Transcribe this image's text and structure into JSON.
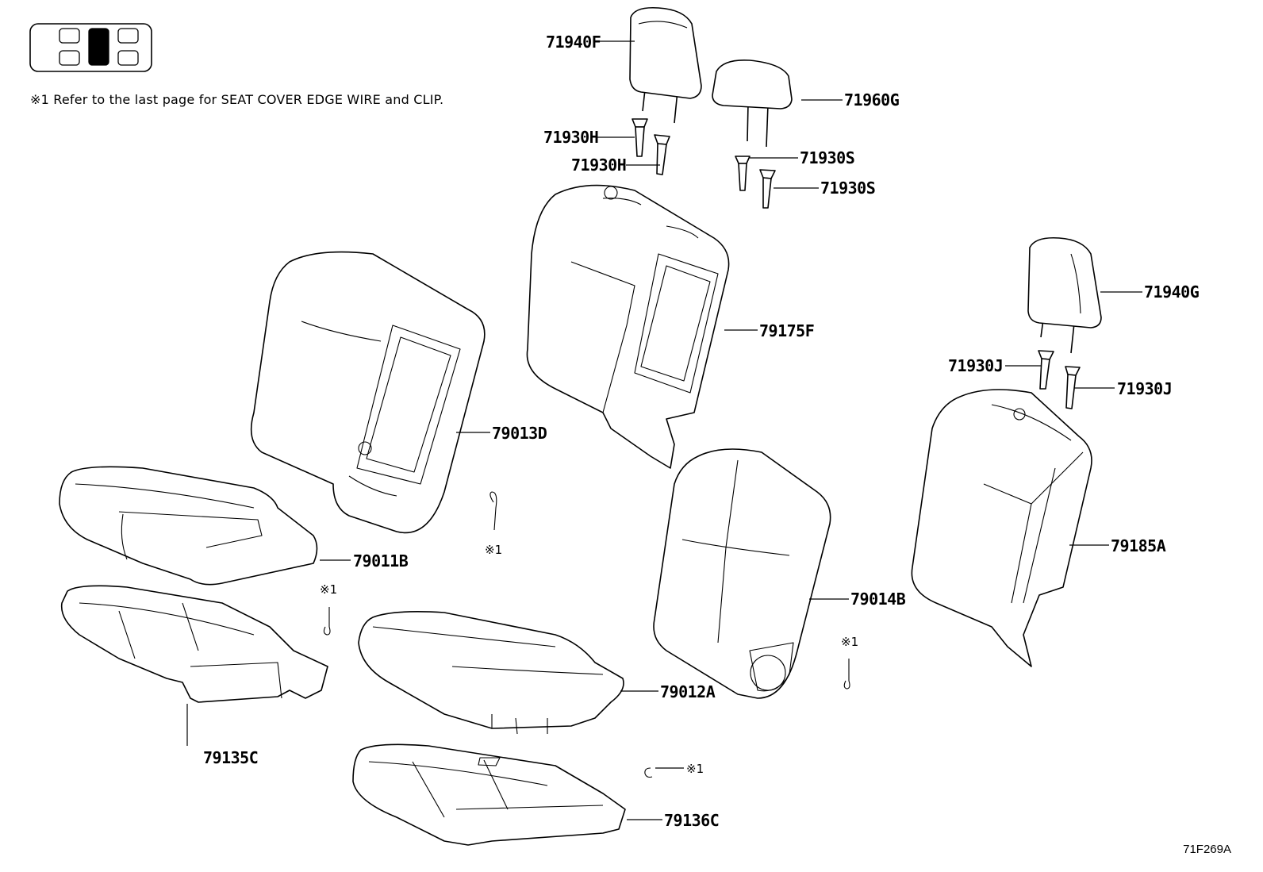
{
  "note": "※1 Refer to the last page for SEAT COVER EDGE WIRE and CLIP.",
  "ref_code": "71F269A",
  "seat_position_indicator": {
    "rows": 2,
    "cols": 3,
    "highlighted_column": 2
  },
  "callout_symbol": "※1",
  "parts": {
    "p71940F": "71940F",
    "p71960G": "71960G",
    "p71930H_a": "71930H",
    "p71930H_b": "71930H",
    "p71930S_a": "71930S",
    "p71930S_b": "71930S",
    "p79175F": "79175F",
    "p71940G": "71940G",
    "p71930J_a": "71930J",
    "p71930J_b": "71930J",
    "p79013D": "79013D",
    "p79185A": "79185A",
    "p79011B": "79011B",
    "p79014B": "79014B",
    "p79012A": "79012A",
    "p79135C": "79135C",
    "p79136C": "79136C"
  },
  "clip_refs": [
    "※1",
    "※1",
    "※1",
    "※1"
  ]
}
